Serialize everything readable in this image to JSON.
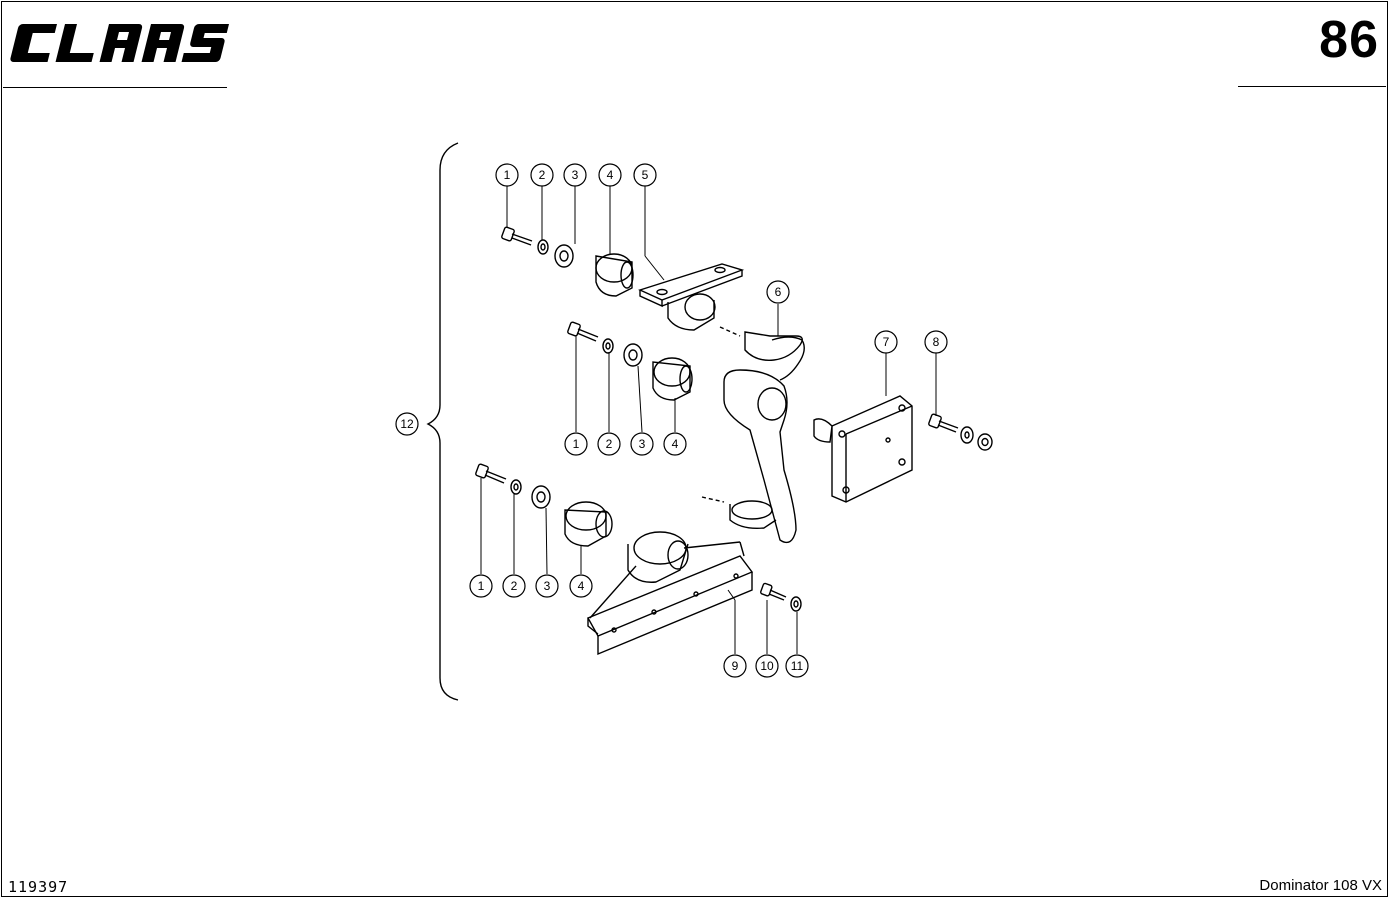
{
  "header": {
    "brand": "CLAAS",
    "page_number": "86"
  },
  "footer": {
    "drawing_id": "119397",
    "model": "Dominator 108 VX"
  },
  "callouts": [
    "1",
    "2",
    "3",
    "4",
    "5",
    "6",
    "7",
    "8",
    "1",
    "2",
    "3",
    "4",
    "1",
    "2",
    "3",
    "4",
    "9",
    "10",
    "11",
    "12"
  ]
}
